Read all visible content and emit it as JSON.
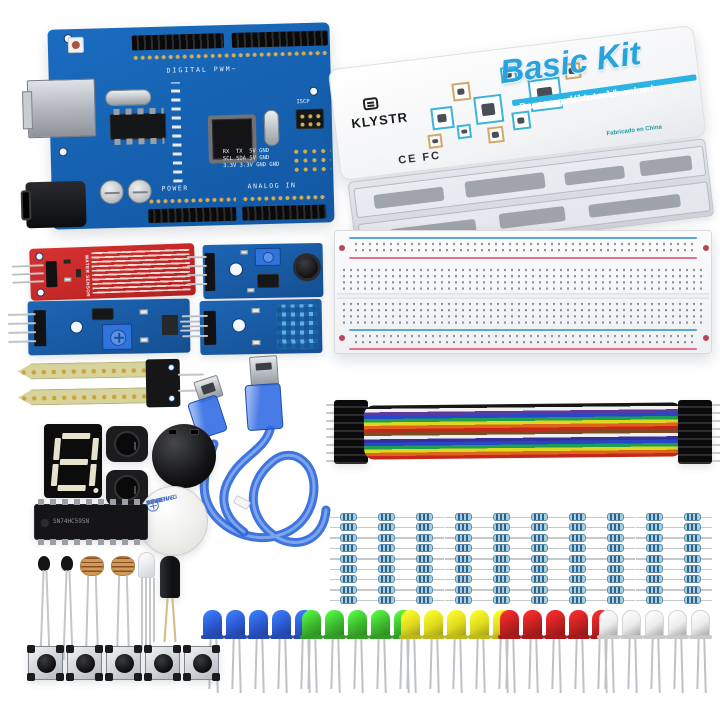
{
  "kit_box": {
    "brand": "KLYSTR",
    "title": "Basic Kit",
    "tutorial_line1": "Descarga del tutorial:",
    "tutorial_line2": "www.rexqualis.com/download",
    "origin_note": "Fabricado en China",
    "certification_marks": "CE FC"
  },
  "arduino": {
    "silkscreen": {
      "digital_label": "DIGITAL PWM~",
      "power_label": "POWER",
      "analog_label": "ANALOG IN",
      "icsp_label": "ISCP",
      "pinmap_line1": "RX  TX  5V GND",
      "pinmap_line2": "SCL SDA 5V GND",
      "pinmap_line3": "3.3V 3.3V GND GND"
    },
    "pcb_color": "#1460ae"
  },
  "water_sensor": {
    "label": "WATER SENSOR"
  },
  "active_buzzer": {
    "seal_lines": [
      "REMOVE",
      "SEAL",
      "AFTER",
      "WASHING"
    ]
  },
  "ic_chip": {
    "marking": "SN74HC595N"
  },
  "seven_segment": {
    "digit": "8"
  },
  "leds": {
    "groups": [
      {
        "name": "blue",
        "hex": "#2b58d0",
        "count": 5
      },
      {
        "name": "green",
        "hex": "#3cb92e",
        "count": 5
      },
      {
        "name": "yellow",
        "hex": "#dfda1e",
        "count": 5
      },
      {
        "name": "red",
        "hex": "#c22020",
        "count": 5
      },
      {
        "name": "white",
        "hex": "#ececec",
        "count": 5
      }
    ]
  },
  "resistors": {
    "rows": 9,
    "columns": 10,
    "body_color": "#a6d2de",
    "band_color": "#31608e",
    "lead_color": "#c6c8ca"
  },
  "jumper_ribbon": {
    "wire_colors": [
      "#161616",
      "#f0f0f0",
      "#5a3a9e",
      "#2847c8",
      "#1e9e50",
      "#ddd71f",
      "#de651d",
      "#c5261c",
      "#7c4d22",
      "#f0f0f0",
      "#37309c",
      "#2847c8",
      "#1e9e50",
      "#ddd71f",
      "#de651d",
      "#c5261c"
    ]
  },
  "breadboard": {
    "rail_blue": "#5aa8d8",
    "rail_red": "#e2728e"
  },
  "push_buttons": {
    "count": 5
  },
  "small_parts": {
    "thermistor_count": 2,
    "photoresistor_count": 2
  }
}
